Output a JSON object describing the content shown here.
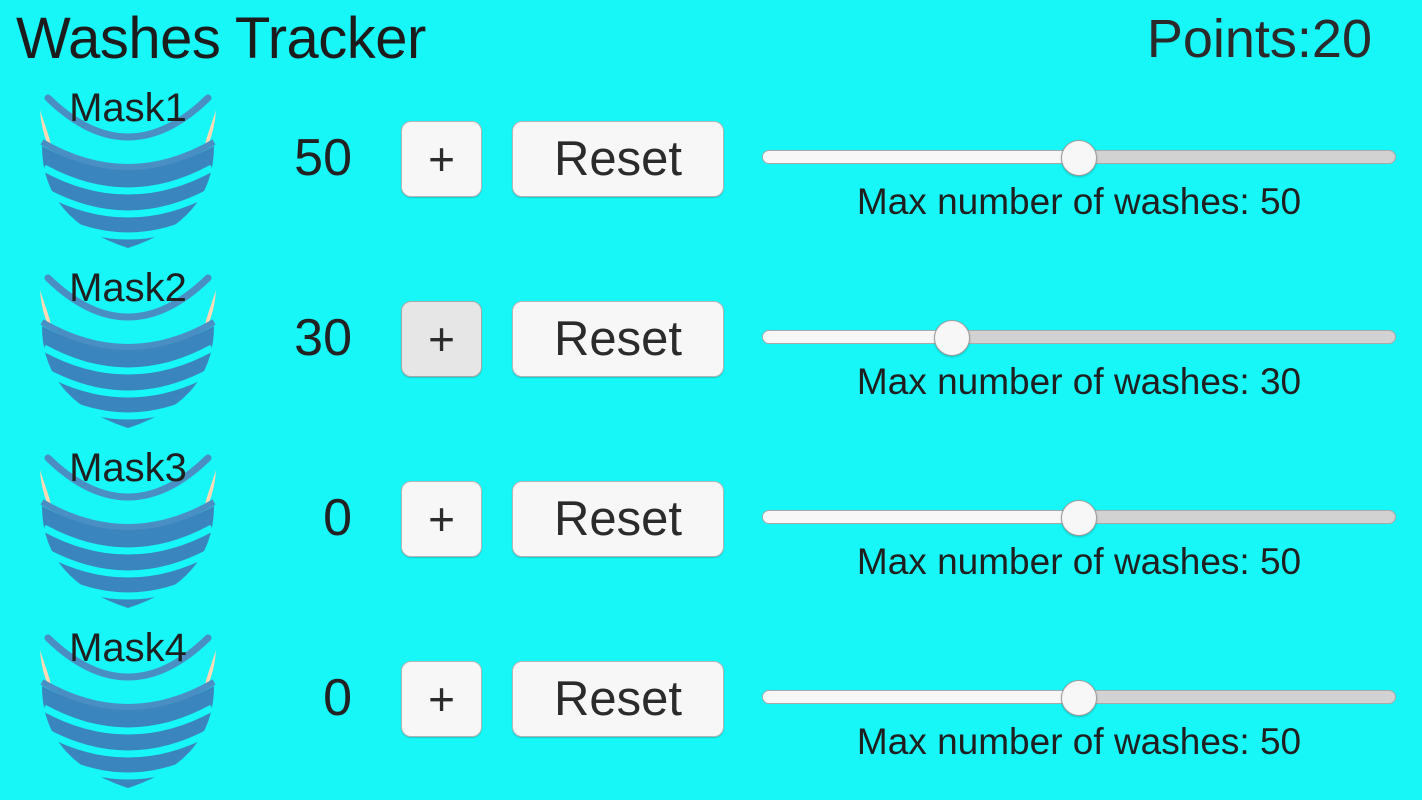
{
  "header": {
    "title": "Washes Tracker",
    "points_label": "Points:20"
  },
  "colors": {
    "background": "#17f7f7",
    "mask_body": "#3a85bd",
    "mask_outline": "#4a8fc4",
    "mask_strap": "#ffd9b3",
    "button_face": "#f7f7f7",
    "button_pressed": "#e6e6e6",
    "button_border": "#b5b5b5",
    "track_filled": "#f7f7f7",
    "track_remaining": "#d2d2d2",
    "text": "#1f1f1f"
  },
  "slider": {
    "min": 0,
    "max": 100,
    "caption_prefix": "Max number of washes: "
  },
  "buttons": {
    "plus_label": "+",
    "reset_label": "Reset"
  },
  "rows": [
    {
      "mask_label": "Mask1",
      "count": "50",
      "plus_label": "+",
      "reset_label": "Reset",
      "slider_value": 50,
      "slider_percent": 50,
      "caption": "Max number of washes: 50",
      "plus_pressed": false
    },
    {
      "mask_label": "Mask2",
      "count": "30",
      "plus_label": "+",
      "reset_label": "Reset",
      "slider_value": 30,
      "slider_percent": 30,
      "caption": "Max number of washes: 30",
      "plus_pressed": true
    },
    {
      "mask_label": "Mask3",
      "count": "0",
      "plus_label": "+",
      "reset_label": "Reset",
      "slider_value": 50,
      "slider_percent": 50,
      "caption": "Max number of washes: 50",
      "plus_pressed": false
    },
    {
      "mask_label": "Mask4",
      "count": "0",
      "plus_label": "+",
      "reset_label": "Reset",
      "slider_value": 50,
      "slider_percent": 50,
      "caption": "Max number of washes: 50",
      "plus_pressed": false
    }
  ]
}
